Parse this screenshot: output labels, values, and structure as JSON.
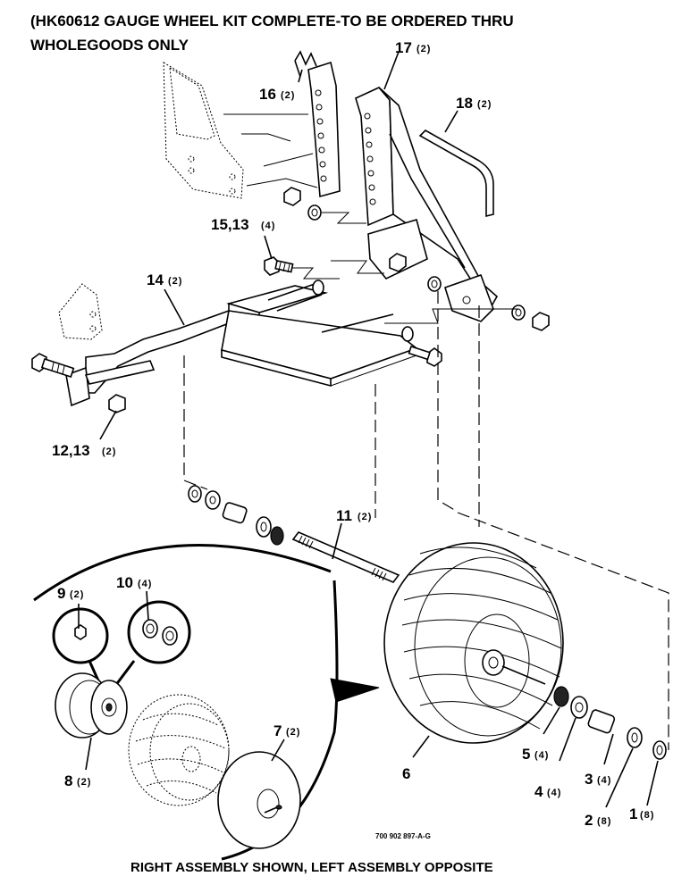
{
  "title": {
    "line1": "(HK60612 GAUGE WHEEL KIT COMPLETE-TO BE ORDERED THRU",
    "line2": "WHOLEGOODS ONLY"
  },
  "callouts": {
    "c1": {
      "num": "1",
      "qty": "(8)"
    },
    "c2": {
      "num": "2",
      "qty": "(8)"
    },
    "c3": {
      "num": "3",
      "qty": "(4)"
    },
    "c4": {
      "num": "4",
      "qty": "(4)"
    },
    "c5": {
      "num": "5",
      "qty": "(4)"
    },
    "c6": {
      "num": "6",
      "qty": ""
    },
    "c7": {
      "num": "7",
      "qty": "(2)"
    },
    "c8": {
      "num": "8",
      "qty": "(2)"
    },
    "c9": {
      "num": "9",
      "qty": "(2)"
    },
    "c10": {
      "num": "10",
      "qty": "(4)"
    },
    "c11": {
      "num": "11",
      "qty": "(2)"
    },
    "c1213": {
      "num": "12,13",
      "qty": "(2)"
    },
    "c14": {
      "num": "14",
      "qty": "(2)"
    },
    "c1513": {
      "num": "15,13",
      "qty": "(4)"
    },
    "c16": {
      "num": "16",
      "qty": "(2)"
    },
    "c17": {
      "num": "17",
      "qty": "(2)"
    },
    "c18": {
      "num": "18",
      "qty": "(2)"
    }
  },
  "drawing_code": "700 902 897-A-G",
  "caption": "RIGHT ASSEMBLY SHOWN, LEFT ASSEMBLY OPPOSITE"
}
